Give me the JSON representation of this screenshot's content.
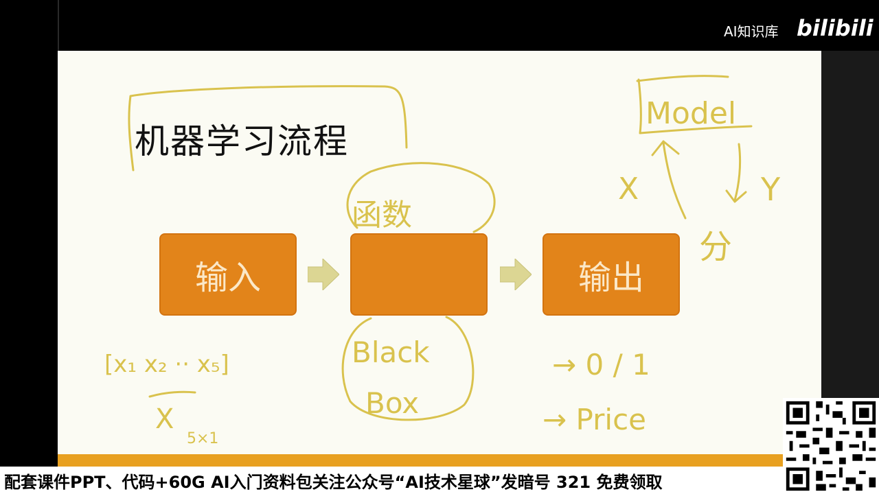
{
  "slide": {
    "title": "机器学习流程",
    "boxes": {
      "input": "输入",
      "function": "",
      "output": "输出"
    }
  },
  "annotations": {
    "function_label": "函数",
    "black_box_line1": "Black",
    "black_box_line2": "Box",
    "input_vector": "[x₁ x₂ ·· x₅]",
    "vector_symbol": "X",
    "vector_dim": "5×1",
    "output_binary": "→ 0 / 1",
    "output_price": "→ Price",
    "model_label": "Model",
    "model_x": "X",
    "model_y": "Y",
    "model_output": "分"
  },
  "overlay": {
    "brand": "AI知识库",
    "logo": "bilibili",
    "banner": "配套课件PPT、代码+60G AI入门资料包关注公众号“AI技术星球”发暗号 321 免费领取"
  },
  "colors": {
    "box_fill": "#e2841a",
    "box_text": "#fbe8c8",
    "arrow_fill": "#dcd693",
    "ink": "#d9c24d",
    "slide_bg": "#fbfbf3"
  }
}
